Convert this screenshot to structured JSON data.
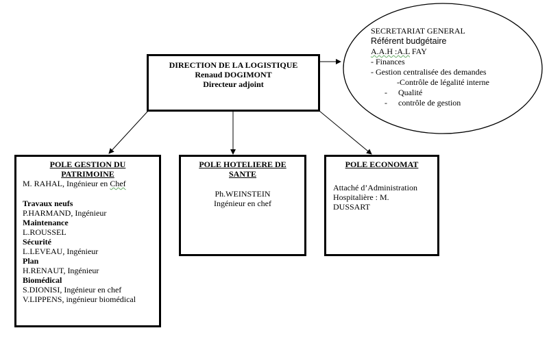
{
  "direction": {
    "title": "DIRECTION DE LA LOGISTIQUE",
    "name": "Renaud DOGIMONT",
    "role": "Directeur adjoint"
  },
  "secretariat": {
    "title": "SECRETARIAT GENERAL",
    "subtitle": "Référent budgétaire",
    "aah_prefix": "A.A.H :A.L",
    "aah_name": "FAY",
    "items": [
      "- Finances",
      "- Gestion centralisée des demandes",
      "-Contrôle de légalité interne"
    ],
    "bullets": [
      "Qualité",
      "contrôle de gestion"
    ],
    "bullet_mark": "-"
  },
  "poles": {
    "patrimoine": {
      "title_1": "POLE GESTION DU",
      "title_2": "PATRIMOINE",
      "chief_prefix": "M. RAHAL, Ingénieur en",
      "chief_suffix": "Chef",
      "sections": [
        {
          "heading": "Travaux neufs",
          "people": [
            "P.HARMAND, Ingénieur"
          ]
        },
        {
          "heading": "Maintenance",
          "people": [
            "L.ROUSSEL"
          ]
        },
        {
          "heading": "Sécurité",
          "people": [
            "L.LEVEAU, Ingénieur"
          ]
        },
        {
          "heading": "Plan",
          "people": [
            "H.RENAUT, Ingénieur"
          ]
        },
        {
          "heading": "Biomédical",
          "people": [
            "S.DIONISI, Ingénieur en chef",
            "V.LIPPENS, ingénieur biomédical"
          ]
        }
      ]
    },
    "hoteliere": {
      "title_1": "POLE HOTELIERE DE",
      "title_2": "SANTE",
      "name": "Ph.WEINSTEIN",
      "role": "Ingénieur en chef"
    },
    "economat": {
      "title": "POLE ECONOMAT",
      "lines": [
        "Attaché d’Administration",
        "Hospitalière : M.",
        "DUSSART"
      ]
    }
  }
}
